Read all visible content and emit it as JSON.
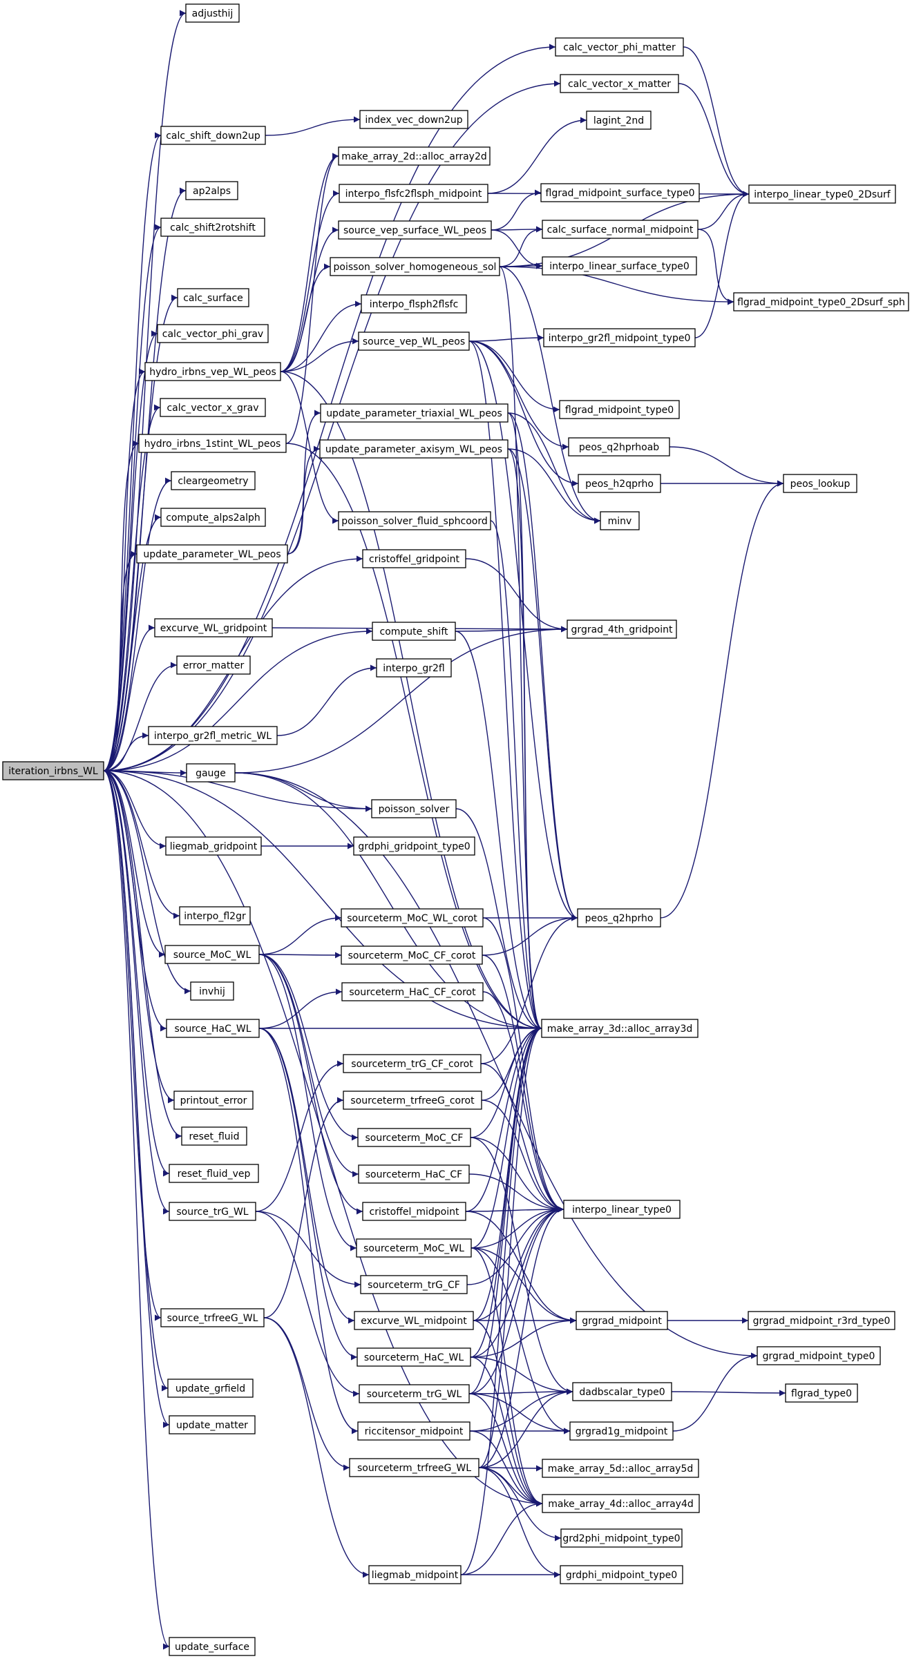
{
  "graph": {
    "root": "iteration_irbns_WL",
    "colors": {
      "edge": "#191970",
      "node_fill": "#ffffff",
      "root_fill": "#bfbfbf",
      "border": "#000000"
    },
    "nodes": [
      {
        "id": "iteration_irbns_WL",
        "label": "iteration_irbns_WL"
      },
      {
        "id": "adjusthij",
        "label": "adjusthij"
      },
      {
        "id": "calc_vector_phi_matter",
        "label": "calc_vector_phi_matter"
      },
      {
        "id": "calc_vector_x_matter",
        "label": "calc_vector_x_matter"
      },
      {
        "id": "calc_shift_down2up",
        "label": "calc_shift_down2up"
      },
      {
        "id": "index_vec_down2up",
        "label": "index_vec_down2up"
      },
      {
        "id": "make_array_2d_alloc",
        "label": "make_array_2d::alloc_array2d"
      },
      {
        "id": "lagint_2nd",
        "label": "lagint_2nd"
      },
      {
        "id": "ap2alps",
        "label": "ap2alps"
      },
      {
        "id": "interpo_flsfc2flsph_midpoint",
        "label": "interpo_flsfc2flsph_midpoint"
      },
      {
        "id": "flgrad_midpoint_surface_type0",
        "label": "flgrad_midpoint_surface_type0"
      },
      {
        "id": "interpo_linear_type0_2Dsurf",
        "label": "interpo_linear_type0_2Dsurf"
      },
      {
        "id": "calc_shift2rotshift",
        "label": "calc_shift2rotshift"
      },
      {
        "id": "source_vep_surface_WL_peos",
        "label": "source_vep_surface_WL_peos"
      },
      {
        "id": "calc_surface_normal_midpoint",
        "label": "calc_surface_normal_midpoint"
      },
      {
        "id": "poisson_solver_homogeneous_sol",
        "label": "poisson_solver_homogeneous_sol"
      },
      {
        "id": "interpo_linear_surface_type0",
        "label": "interpo_linear_surface_type0"
      },
      {
        "id": "calc_surface",
        "label": "calc_surface"
      },
      {
        "id": "flgrad_midpoint_type0_2Dsurf_sph",
        "label": "flgrad_midpoint_type0_2Dsurf_sph"
      },
      {
        "id": "interpo_flsph2flsfc",
        "label": "interpo_flsph2flsfc"
      },
      {
        "id": "calc_vector_phi_grav",
        "label": "calc_vector_phi_grav"
      },
      {
        "id": "source_vep_WL_peos",
        "label": "source_vep_WL_peos"
      },
      {
        "id": "interpo_gr2fl_midpoint_type0",
        "label": "interpo_gr2fl_midpoint_type0"
      },
      {
        "id": "hydro_irbns_vep_WL_peos",
        "label": "hydro_irbns_vep_WL_peos"
      },
      {
        "id": "calc_vector_x_grav",
        "label": "calc_vector_x_grav"
      },
      {
        "id": "flgrad_midpoint_type0",
        "label": "flgrad_midpoint_type0"
      },
      {
        "id": "update_parameter_triaxial_WL_peos",
        "label": "update_parameter_triaxial_WL_peos"
      },
      {
        "id": "hydro_irbns_1stint_WL_peos",
        "label": "hydro_irbns_1stint_WL_peos"
      },
      {
        "id": "peos_q2hprhoab",
        "label": "peos_q2hprhoab"
      },
      {
        "id": "update_parameter_axisym_WL_peos",
        "label": "update_parameter_axisym_WL_peos"
      },
      {
        "id": "cleargeometry",
        "label": "cleargeometry"
      },
      {
        "id": "peos_h2qprho",
        "label": "peos_h2qprho"
      },
      {
        "id": "peos_lookup",
        "label": "peos_lookup"
      },
      {
        "id": "compute_alps2alph",
        "label": "compute_alps2alph"
      },
      {
        "id": "poisson_solver_fluid_sphcoord",
        "label": "poisson_solver_fluid_sphcoord"
      },
      {
        "id": "minv",
        "label": "minv"
      },
      {
        "id": "update_parameter_WL_peos",
        "label": "update_parameter_WL_peos"
      },
      {
        "id": "cristoffel_gridpoint",
        "label": "cristoffel_gridpoint"
      },
      {
        "id": "excurve_WL_gridpoint",
        "label": "excurve_WL_gridpoint"
      },
      {
        "id": "compute_shift",
        "label": "compute_shift"
      },
      {
        "id": "grgrad_4th_gridpoint",
        "label": "grgrad_4th_gridpoint"
      },
      {
        "id": "error_matter",
        "label": "error_matter"
      },
      {
        "id": "interpo_gr2fl",
        "label": "interpo_gr2fl"
      },
      {
        "id": "interpo_gr2fl_metric_WL",
        "label": "interpo_gr2fl_metric_WL"
      },
      {
        "id": "gauge",
        "label": "gauge"
      },
      {
        "id": "poisson_solver",
        "label": "poisson_solver"
      },
      {
        "id": "liegmab_gridpoint",
        "label": "liegmab_gridpoint"
      },
      {
        "id": "grdphi_gridpoint_type0",
        "label": "grdphi_gridpoint_type0"
      },
      {
        "id": "interpo_fl2gr",
        "label": "interpo_fl2gr"
      },
      {
        "id": "sourceterm_MoC_WL_corot",
        "label": "sourceterm_MoC_WL_corot"
      },
      {
        "id": "peos_q2hprho",
        "label": "peos_q2hprho"
      },
      {
        "id": "source_MoC_WL",
        "label": "source_MoC_WL"
      },
      {
        "id": "sourceterm_MoC_CF_corot",
        "label": "sourceterm_MoC_CF_corot"
      },
      {
        "id": "invhij",
        "label": "invhij"
      },
      {
        "id": "sourceterm_HaC_CF_corot",
        "label": "sourceterm_HaC_CF_corot"
      },
      {
        "id": "source_HaC_WL",
        "label": "source_HaC_WL"
      },
      {
        "id": "make_array_3d_alloc",
        "label": "make_array_3d::alloc_array3d"
      },
      {
        "id": "sourceterm_trG_CF_corot",
        "label": "sourceterm_trG_CF_corot"
      },
      {
        "id": "printout_error",
        "label": "printout_error"
      },
      {
        "id": "sourceterm_trfreeG_corot",
        "label": "sourceterm_trfreeG_corot"
      },
      {
        "id": "reset_fluid",
        "label": "reset_fluid"
      },
      {
        "id": "sourceterm_MoC_CF",
        "label": "sourceterm_MoC_CF"
      },
      {
        "id": "reset_fluid_vep",
        "label": "reset_fluid_vep"
      },
      {
        "id": "sourceterm_HaC_CF",
        "label": "sourceterm_HaC_CF"
      },
      {
        "id": "source_trG_WL",
        "label": "source_trG_WL"
      },
      {
        "id": "cristoffel_midpoint",
        "label": "cristoffel_midpoint"
      },
      {
        "id": "interpo_linear_type0",
        "label": "interpo_linear_type0"
      },
      {
        "id": "sourceterm_MoC_WL",
        "label": "sourceterm_MoC_WL"
      },
      {
        "id": "sourceterm_trG_CF",
        "label": "sourceterm_trG_CF"
      },
      {
        "id": "source_trfreeG_WL",
        "label": "source_trfreeG_WL"
      },
      {
        "id": "excurve_WL_midpoint",
        "label": "excurve_WL_midpoint"
      },
      {
        "id": "grgrad_midpoint",
        "label": "grgrad_midpoint"
      },
      {
        "id": "grgrad_midpoint_r3rd_type0",
        "label": "grgrad_midpoint_r3rd_type0"
      },
      {
        "id": "sourceterm_HaC_WL",
        "label": "sourceterm_HaC_WL"
      },
      {
        "id": "grgrad_midpoint_type0",
        "label": "grgrad_midpoint_type0"
      },
      {
        "id": "update_grfield",
        "label": "update_grfield"
      },
      {
        "id": "sourceterm_trG_WL",
        "label": "sourceterm_trG_WL"
      },
      {
        "id": "dadbscalar_type0",
        "label": "dadbscalar_type0"
      },
      {
        "id": "flgrad_type0",
        "label": "flgrad_type0"
      },
      {
        "id": "update_matter",
        "label": "update_matter"
      },
      {
        "id": "riccitensor_midpoint",
        "label": "riccitensor_midpoint"
      },
      {
        "id": "grgrad1g_midpoint",
        "label": "grgrad1g_midpoint"
      },
      {
        "id": "sourceterm_trfreeG_WL",
        "label": "sourceterm_trfreeG_WL"
      },
      {
        "id": "make_array_5d_alloc",
        "label": "make_array_5d::alloc_array5d"
      },
      {
        "id": "make_array_4d_alloc",
        "label": "make_array_4d::alloc_array4d"
      },
      {
        "id": "grd2phi_midpoint_type0",
        "label": "grd2phi_midpoint_type0"
      },
      {
        "id": "liegmab_midpoint",
        "label": "liegmab_midpoint"
      },
      {
        "id": "grdphi_midpoint_type0",
        "label": "grdphi_midpoint_type0"
      },
      {
        "id": "update_surface",
        "label": "update_surface"
      }
    ]
  }
}
